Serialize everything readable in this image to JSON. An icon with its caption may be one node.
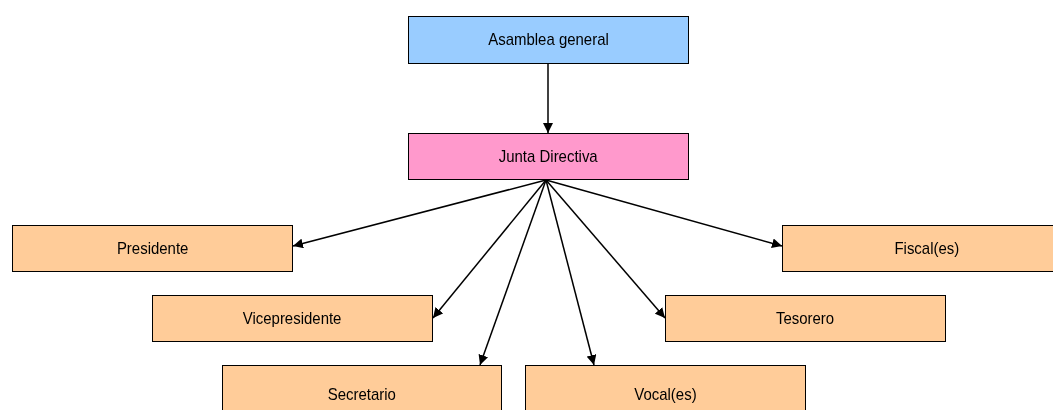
{
  "diagram": {
    "nodes": [
      {
        "text": [
          "Asamblea general"
        ]
      },
      {
        "text": [
          "Junta Directiva"
        ]
      },
      {
        "text": [
          "Presidente"
        ]
      },
      {
        "text": [
          "Fiscal(es)"
        ]
      },
      {
        "text": [
          "Vicepresidente"
        ]
      },
      {
        "text": [
          "Tesorero"
        ]
      },
      {
        "text": [
          "Secretario"
        ]
      },
      {
        "text": [
          "Vocal(es)"
        ]
      }
    ],
    "edges": [
      {
        "from": 0,
        "to": 1,
        "arrow": "to"
      },
      {
        "from": 1,
        "to": 2,
        "arrow": "to"
      },
      {
        "from": 1,
        "to": 4,
        "arrow": "to"
      },
      {
        "from": 1,
        "to": 6,
        "arrow": "to"
      },
      {
        "from": 1,
        "to": 7,
        "arrow": "to"
      },
      {
        "from": 1,
        "to": 5,
        "arrow": "to"
      },
      {
        "from": 1,
        "to": 3,
        "arrow": "to"
      }
    ]
  }
}
